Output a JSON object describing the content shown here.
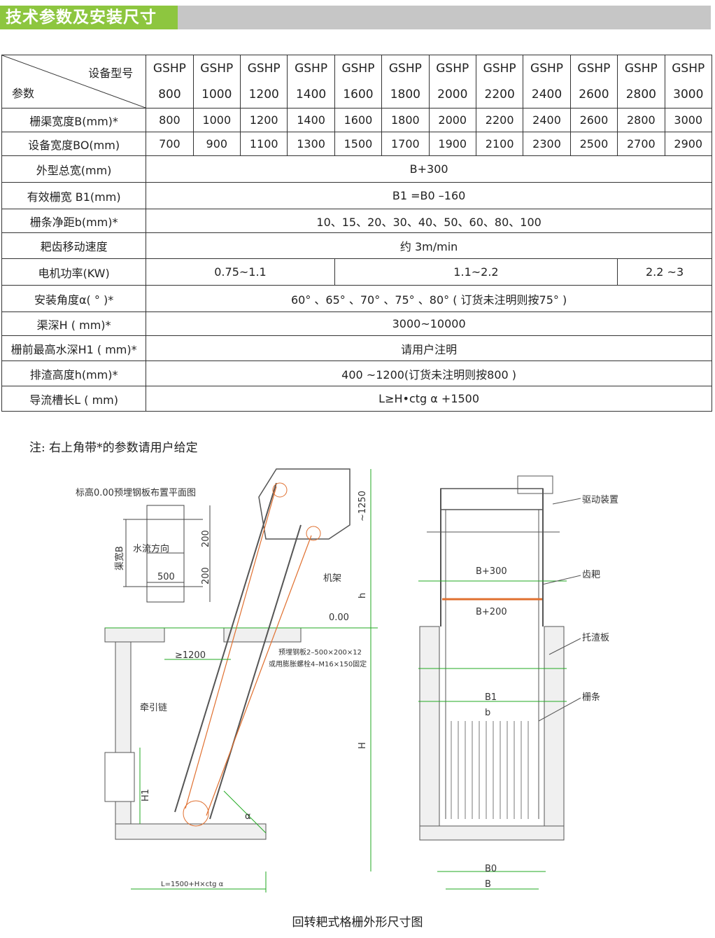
{
  "header": {
    "title": "技术参数及安装尺寸",
    "accent_color": "#8dc63f",
    "bar_color": "#c6c6c6"
  },
  "table": {
    "corner_top": "设备型号",
    "corner_bottom": "参数",
    "models": [
      [
        "GSHP",
        "800"
      ],
      [
        "GSHP",
        "1000"
      ],
      [
        "GSHP",
        "1200"
      ],
      [
        "GSHP",
        "1400"
      ],
      [
        "GSHP",
        "1600"
      ],
      [
        "GSHP",
        "1800"
      ],
      [
        "GSHP",
        "2000"
      ],
      [
        "GSHP",
        "2200"
      ],
      [
        "GSHP",
        "2400"
      ],
      [
        "GSHP",
        "2600"
      ],
      [
        "GSHP",
        "2800"
      ],
      [
        "GSHP",
        "3000"
      ]
    ],
    "rows": {
      "channel_width": {
        "label": "栅渠宽度B(mm)*",
        "values": [
          "800",
          "1000",
          "1200",
          "1400",
          "1600",
          "1800",
          "2000",
          "2200",
          "2400",
          "2600",
          "2800",
          "3000"
        ]
      },
      "equipment_width": {
        "label": "设备宽度BO(mm)",
        "values": [
          "700",
          "900",
          "1100",
          "1300",
          "1500",
          "1700",
          "1900",
          "2100",
          "2300",
          "2500",
          "2700",
          "2900"
        ]
      },
      "overall_width": {
        "label": "外型总宽(mm)",
        "value": "B+300"
      },
      "effective_width": {
        "label": "有效栅宽 B1(mm)",
        "value": "B1 =B0 –160"
      },
      "bar_spacing": {
        "label": "栅条净距b(mm)*",
        "value": "10、15、20、30、40、50、60、80、100"
      },
      "rake_speed": {
        "label": "耙齿移动速度",
        "value": "约 3m/min"
      },
      "motor_power": {
        "label": "电机功率(KW)",
        "values": [
          "0.75~1.1",
          "1.1~2.2",
          "2.2 ~3"
        ]
      },
      "install_angle": {
        "label": "安装角度α( ° )*",
        "value": "60° 、65° 、70° 、75° 、80° ( 订货未注明则按75° )"
      },
      "channel_depth": {
        "label": "渠深H ( mm)*",
        "value": "3000~10000"
      },
      "max_water_depth": {
        "label": "栅前最高水深H1 ( mm)*",
        "value": "请用户注明"
      },
      "discharge_height": {
        "label": "排渣高度h(mm)*",
        "value": "400 ~1200(订货未注明则按800 )"
      },
      "guide_trough": {
        "label": "导流槽长L ( mm)",
        "value": "L≥H•ctg α +1500"
      }
    }
  },
  "note": "注: 右上角带*的参数请用户给定",
  "drawing": {
    "plan_title": "标高0.00预埋钢板布置平面图",
    "channel_width_label": "渠宽B",
    "flow_direction": "水流方向",
    "dim_500": "500",
    "dim_200a": "200",
    "dim_200b": "200",
    "dim_1250": "~1250",
    "frame": "机架",
    "h": "h",
    "elevation": "0.00",
    "dim_1200": "≥1200",
    "plate_1": "预埋钢板2–500×200×12",
    "plate_2": "或用膨胀螺栓4–M16×150固定",
    "chain": "牵引链",
    "H": "H",
    "H1": "H1",
    "alpha": "α",
    "L_formula": "L=1500+H×ctg α",
    "drive": "驱动装置",
    "rake": "齿耙",
    "scraper": "托渣板",
    "bars": "栅条",
    "b_plus_300": "B+300",
    "b_plus_200": "B+200",
    "b1": "B1",
    "b_small": "b",
    "b0": "B0",
    "b": "B"
  },
  "caption": "回转耙式格栅外形尺寸图"
}
